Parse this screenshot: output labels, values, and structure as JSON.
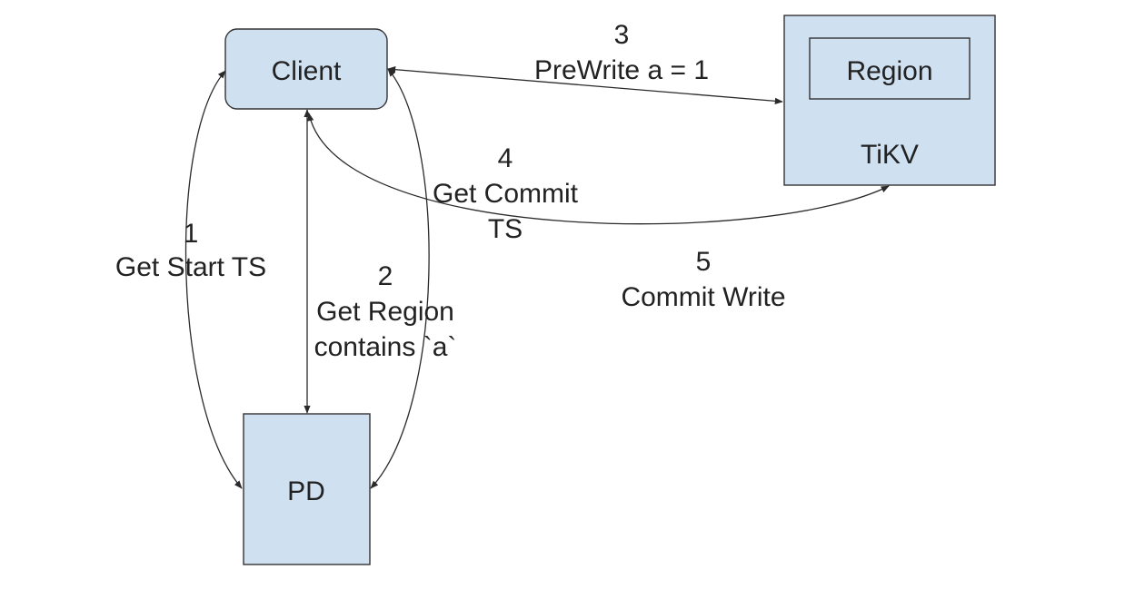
{
  "nodes": {
    "client": {
      "label": "Client"
    },
    "tikv": {
      "label": "TiKV"
    },
    "region": {
      "label": "Region"
    },
    "pd": {
      "label": "PD"
    }
  },
  "edges": {
    "get_start_ts": {
      "step": "1",
      "label": "Get Start TS"
    },
    "get_region": {
      "step": "2",
      "label_line1": "Get Region",
      "label_line2": "contains `a`"
    },
    "prewrite": {
      "step": "3",
      "label": "PreWrite a = 1"
    },
    "get_commit_ts": {
      "step": "4",
      "label_line1": "Get Commit",
      "label_line2": "TS"
    },
    "commit_write": {
      "step": "5",
      "label": "Commit Write"
    }
  },
  "colors": {
    "box_fill": "#cfe0f1",
    "stroke": "#333333"
  }
}
